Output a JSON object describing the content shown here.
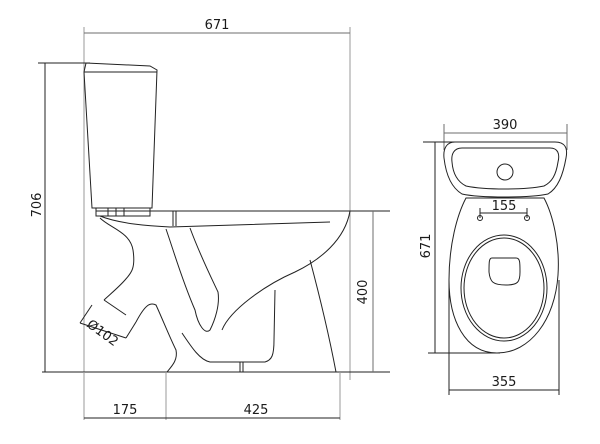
{
  "drawing": {
    "subject": "two-piece toilet technical drawing",
    "side_view": {
      "dimensions": {
        "overall_depth": "671",
        "overall_height": "706",
        "seat_height": "400",
        "outlet_to_wall": "175",
        "outlet_to_front_base": "425",
        "outlet_diameter": "Ø102"
      }
    },
    "top_view": {
      "dimensions": {
        "tank_width": "390",
        "overall_length": "671",
        "seat_hole_spacing": "155",
        "bowl_width": "355"
      }
    },
    "colors": {
      "line": "#222222",
      "dimension_line": "#6e6e6e",
      "background": "#ffffff"
    }
  }
}
